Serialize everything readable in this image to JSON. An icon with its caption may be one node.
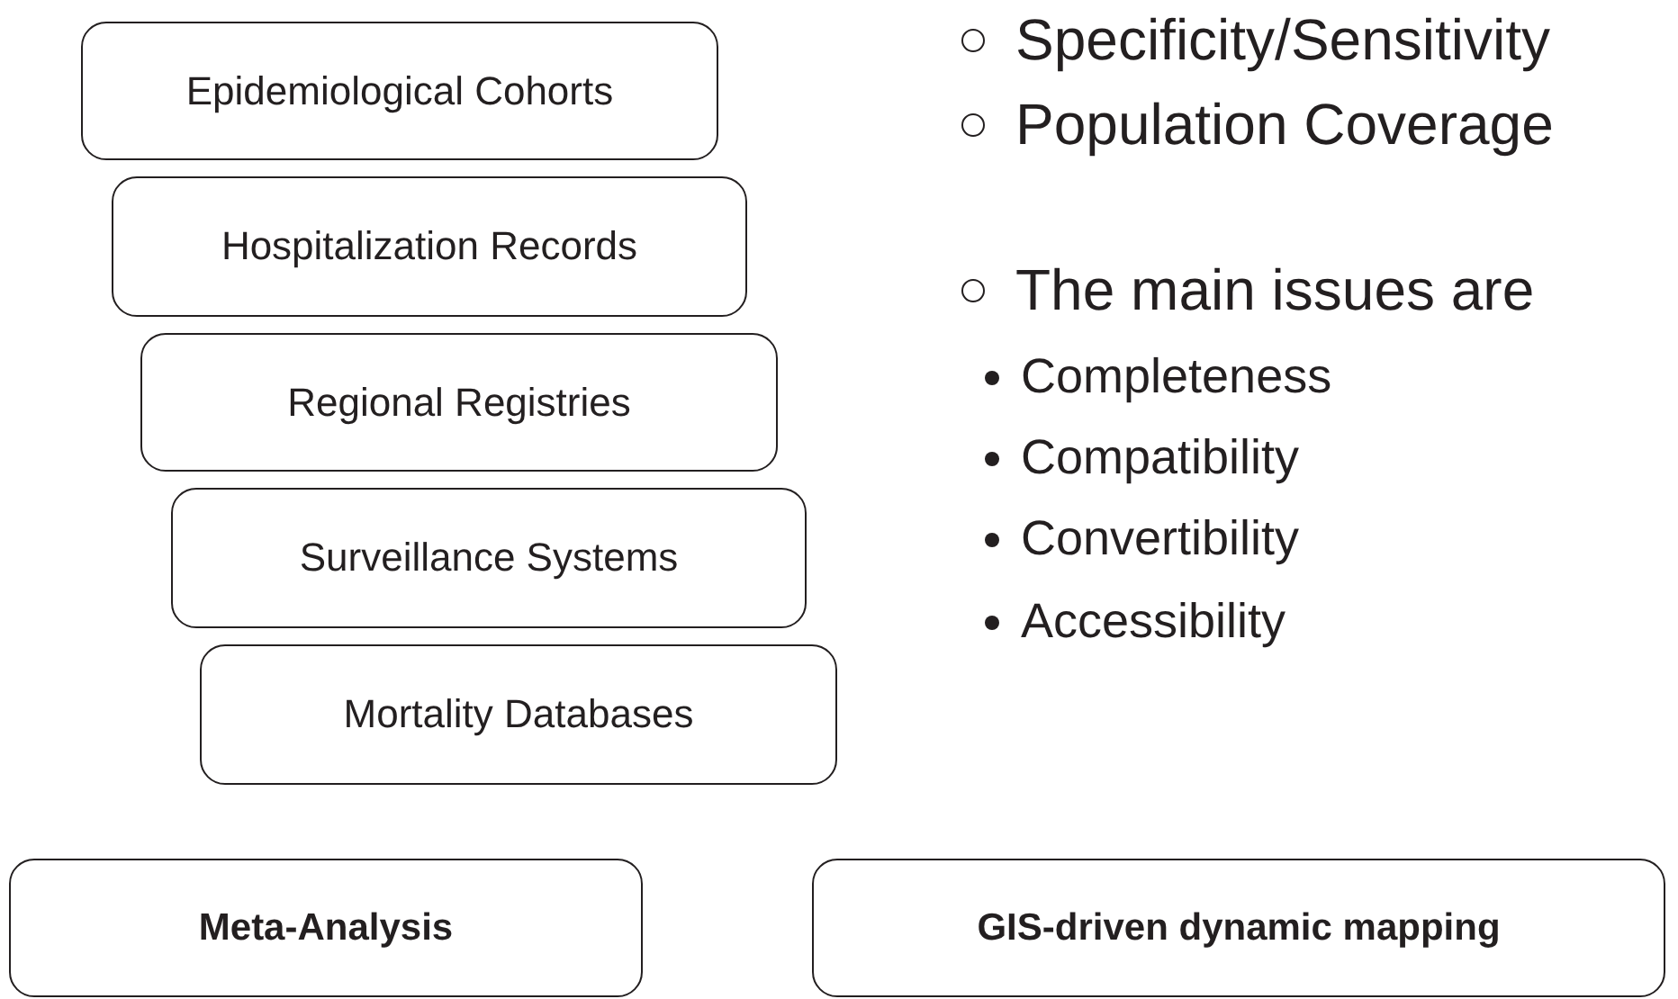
{
  "diagram": {
    "nodes": [
      {
        "text": [
          "Epidemiological Cohorts"
        ]
      },
      {
        "text": [
          "Hospitalization Records"
        ]
      },
      {
        "text": [
          "Regional Registries"
        ]
      },
      {
        "text": [
          "Surveillance Systems"
        ]
      },
      {
        "text": [
          "Mortality Databases"
        ]
      },
      {
        "text": [
          "Meta-Analysis"
        ]
      },
      {
        "text": [
          "GIS-driven dynamic mapping"
        ]
      }
    ],
    "labels": [
      "Specificity/Sensitivity",
      "Population Coverage",
      "The main issues are",
      "Completeness",
      "Compatibility",
      "Convertibility",
      "Accessibility"
    ]
  }
}
